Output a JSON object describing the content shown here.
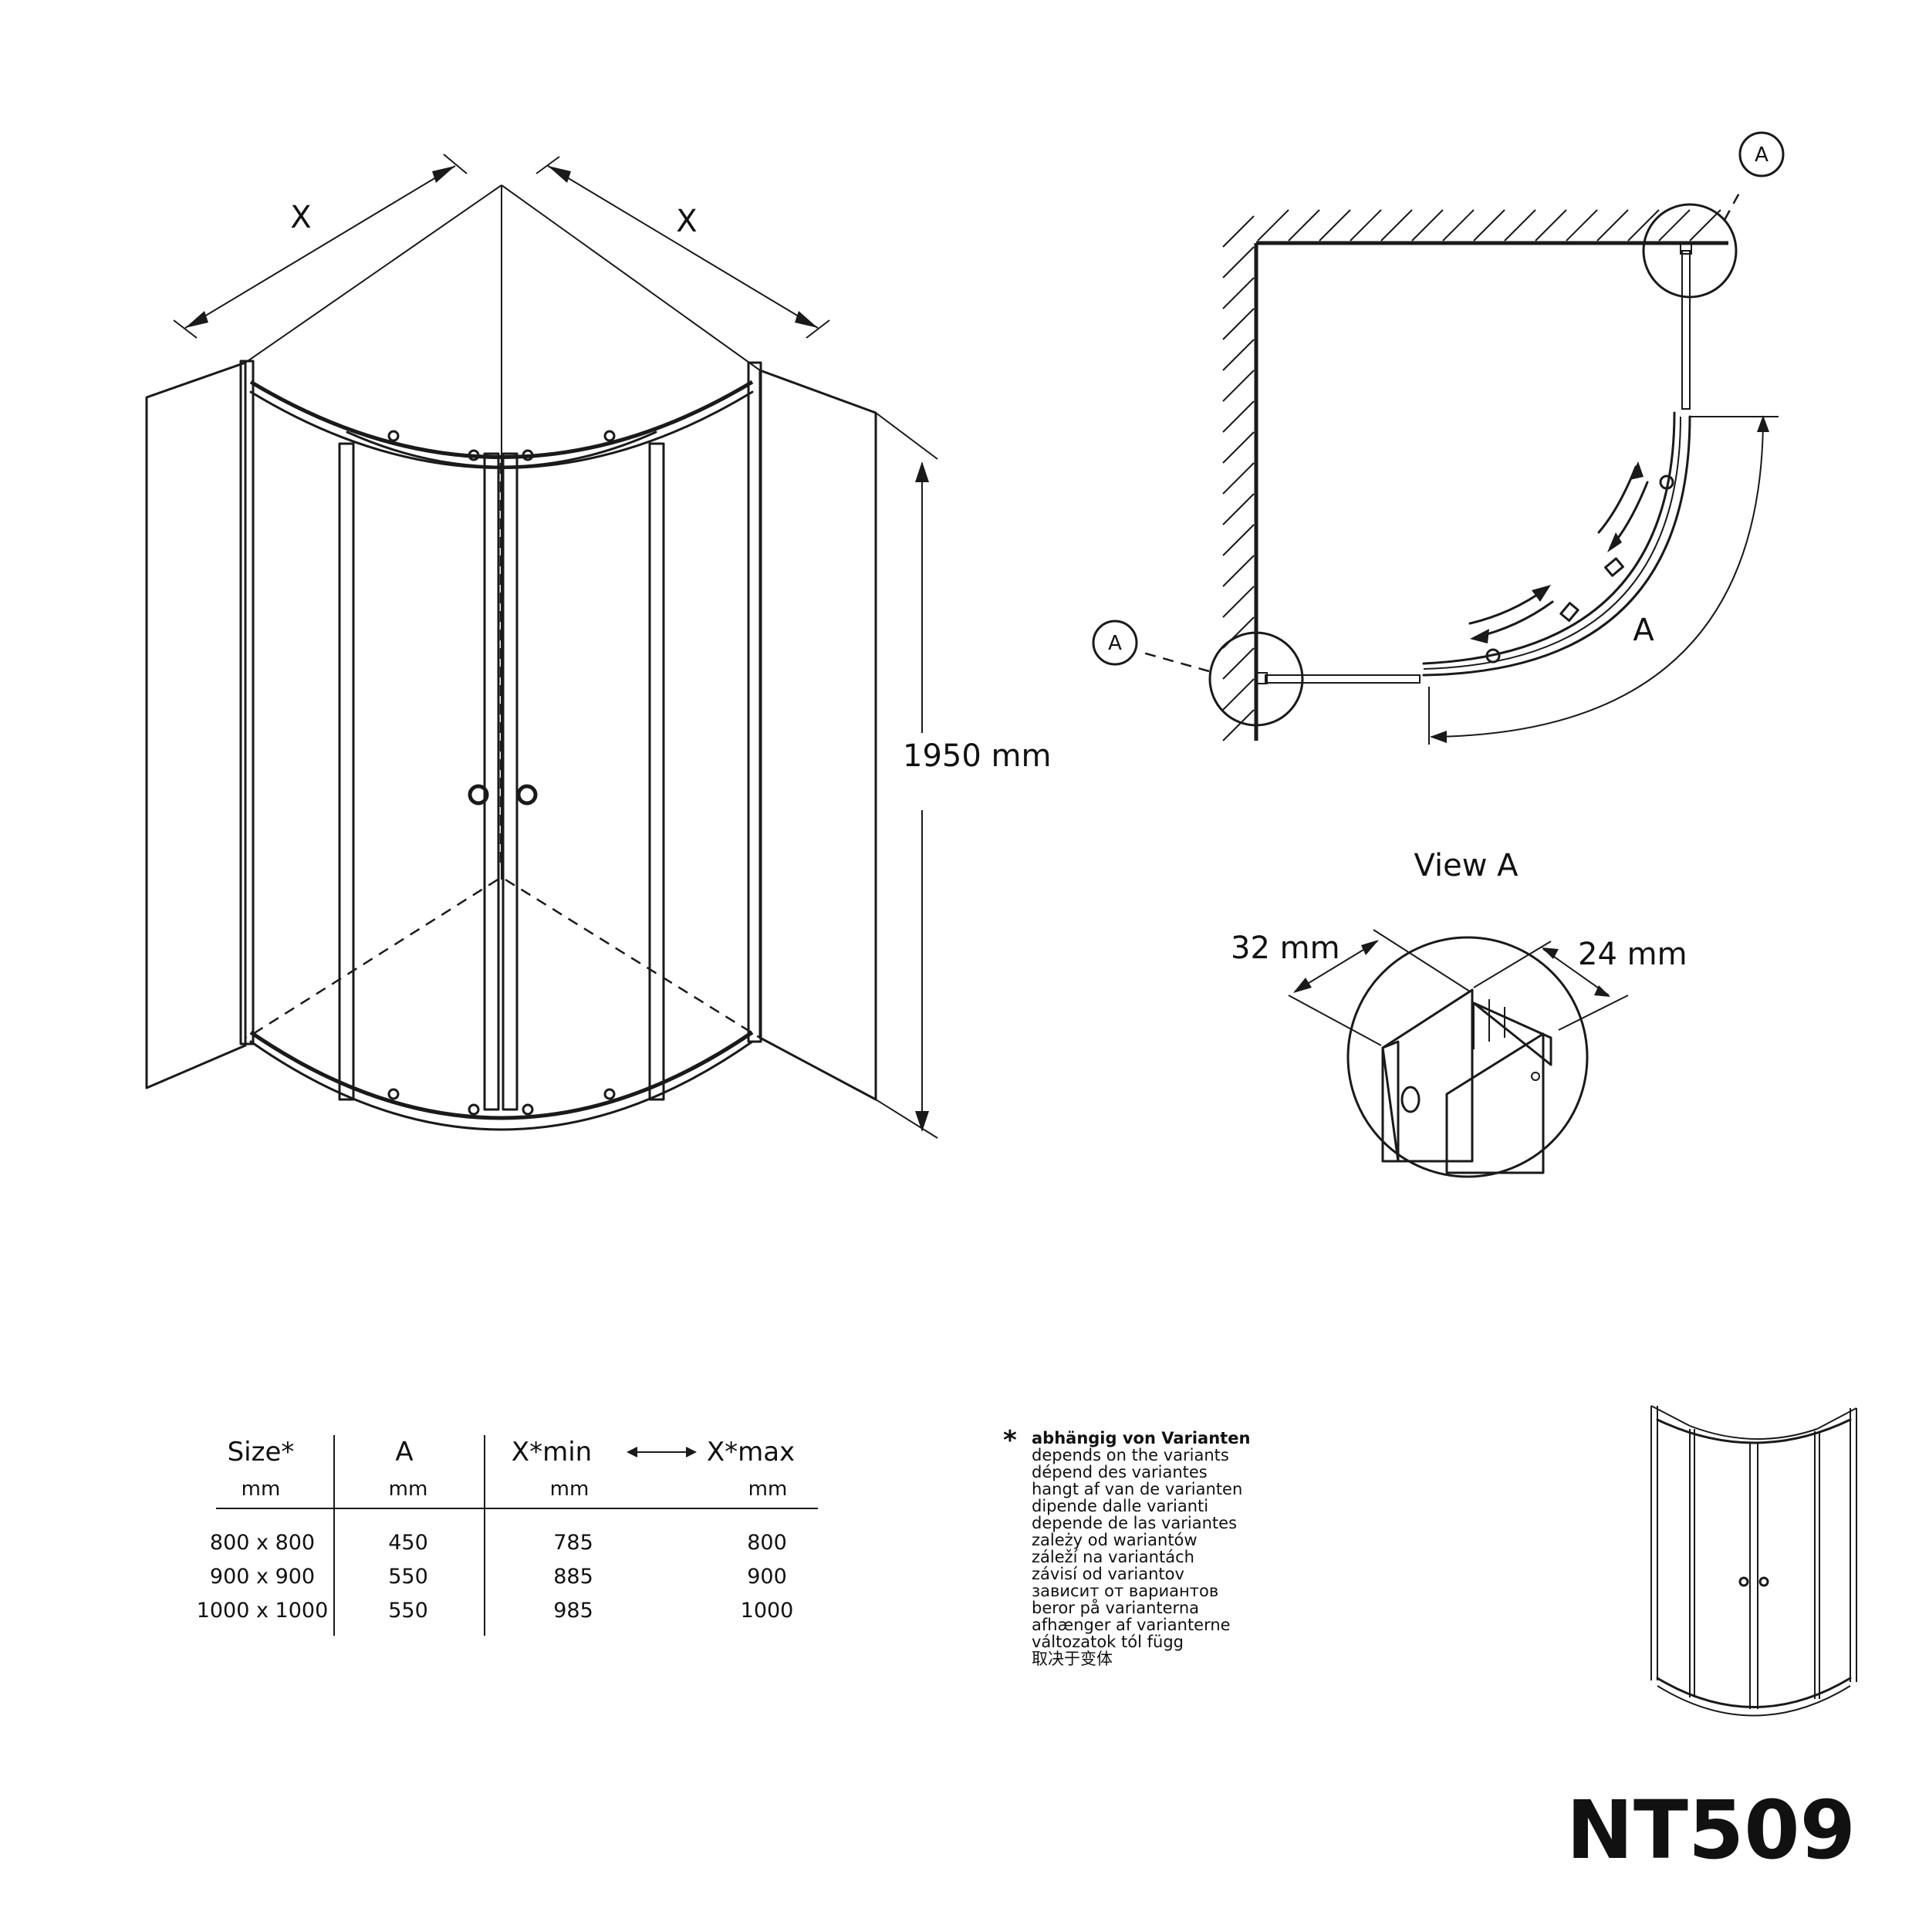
{
  "iso_view": {
    "dim_x_left": "X",
    "dim_x_right": "X",
    "dim_height": "1950 mm"
  },
  "plan_view": {
    "callout_top": "A",
    "callout_left": "A",
    "arc_dim_label": "A"
  },
  "detail_view": {
    "title": "View A",
    "dim_left": "32 mm",
    "dim_right": "24 mm"
  },
  "size_table": {
    "headers": [
      "Size*",
      "A",
      "X*min",
      "X*max"
    ],
    "units": [
      "mm",
      "mm",
      "mm",
      "mm"
    ],
    "rows": [
      [
        "800 x 800",
        "450",
        "785",
        "800"
      ],
      [
        "900 x 900",
        "550",
        "885",
        "900"
      ],
      [
        "1000 x 1000",
        "550",
        "985",
        "1000"
      ]
    ]
  },
  "footnote": {
    "marker": "*",
    "lines": [
      "abhängig von Varianten",
      "depends on the variants",
      "dépend des variantes",
      "hangt af van de varianten",
      "dipende dalle varianti",
      "depende de las variantes",
      "zależy od wariantów",
      "záleží na variantách",
      "závisí od variantov",
      "зависит от вариантов",
      "beror på varianterna",
      "afhænger af varianterne",
      "változatok tól függ",
      "取决于变体"
    ]
  },
  "model_code": "NT509"
}
